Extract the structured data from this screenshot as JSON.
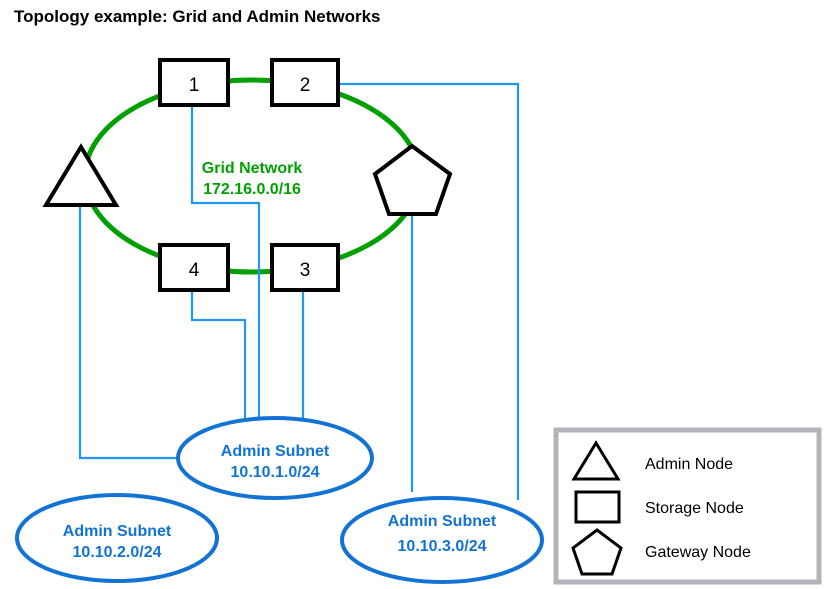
{
  "title": "Topology example: Grid and Admin Networks",
  "grid_network": {
    "name": "Grid Network",
    "cidr": "172.16.0.0/16",
    "color": "#00a000"
  },
  "nodes": [
    {
      "id": "1",
      "label": "1",
      "type": "storage-node"
    },
    {
      "id": "2",
      "label": "2",
      "type": "storage-node"
    },
    {
      "id": "3",
      "label": "3",
      "type": "storage-node"
    },
    {
      "id": "4",
      "label": "4",
      "type": "storage-node"
    },
    {
      "id": "admin",
      "label": "",
      "type": "admin-node"
    },
    {
      "id": "gateway",
      "label": "",
      "type": "gateway-node"
    }
  ],
  "subnets": [
    {
      "name": "Admin Subnet",
      "cidr": "10.10.1.0/24",
      "color": "#1273d4"
    },
    {
      "name": "Admin Subnet",
      "cidr": "10.10.2.0/24",
      "color": "#1273d4"
    },
    {
      "name": "Admin Subnet",
      "cidr": "10.10.3.0/24",
      "color": "#1273d4"
    }
  ],
  "legend": {
    "items": [
      {
        "shape": "triangle",
        "label": "Admin Node"
      },
      {
        "shape": "rectangle",
        "label": "Storage Node"
      },
      {
        "shape": "pentagon",
        "label": "Gateway Node"
      }
    ]
  }
}
